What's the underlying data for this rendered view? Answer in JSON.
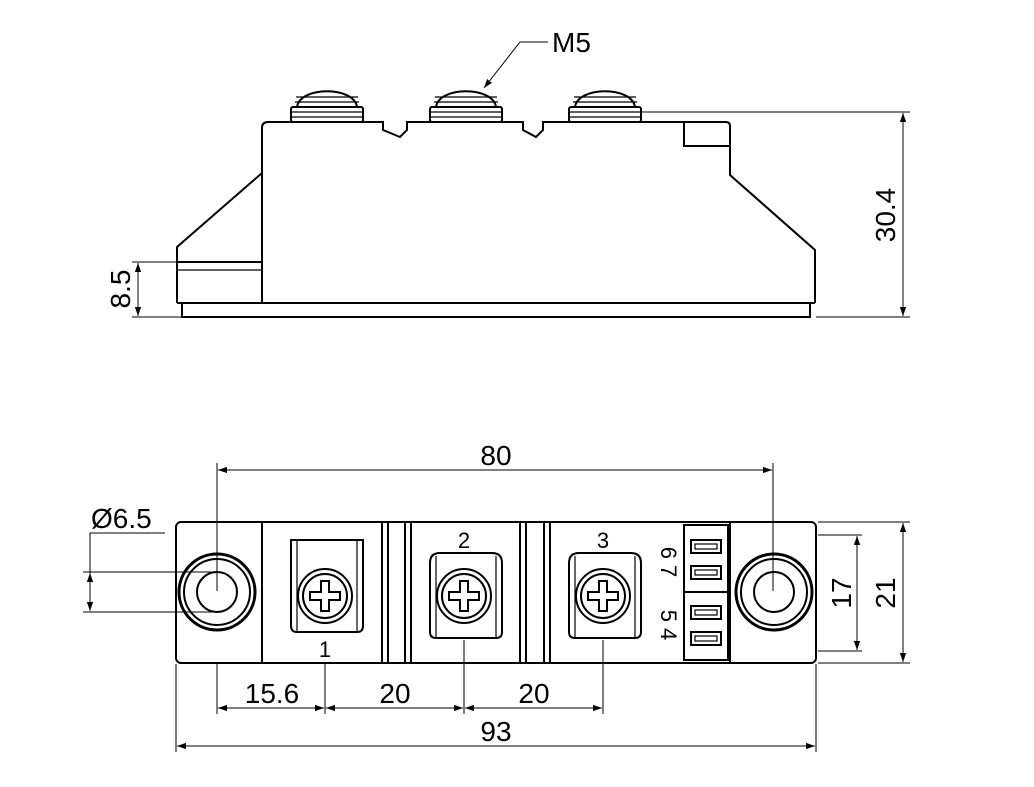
{
  "side_view": {
    "thread_label": "M5",
    "height_dim": "30.4",
    "base_dim": "8.5"
  },
  "top_view": {
    "hole_dia_dim": "Ø6.5",
    "mount_span_dim": "80",
    "offset_dim": "15.6",
    "pitch_dim_1": "20",
    "pitch_dim_2": "20",
    "total_length_dim": "93",
    "height_inner_dim": "17",
    "height_outer_dim": "21",
    "terminal_1": "1",
    "terminal_2": "2",
    "terminal_3": "3",
    "aux_pins_top": "6 7",
    "aux_pins_bottom": "5 4"
  }
}
